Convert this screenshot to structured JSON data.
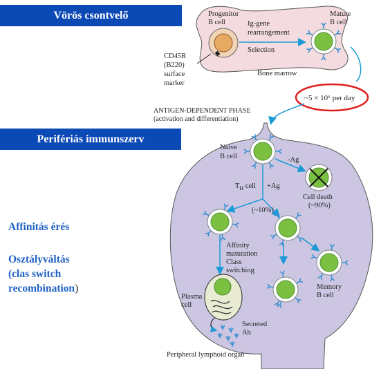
{
  "banners": {
    "bone_marrow": "Vörös csontvelő",
    "peripheral": "Perifériás immunszerv"
  },
  "side_text": {
    "affinity": "Affinitás érés",
    "class_switch_1": "Osztályváltás",
    "class_switch_2": "(clas switch",
    "class_switch_3": "recombination",
    "class_switch_paren": ")"
  },
  "bone_marrow": {
    "progenitor_1": "Progenitor",
    "progenitor_2": "B cell",
    "rearrangement_1": "Ig-gene",
    "rearrangement_2": "rearrangement",
    "selection": "Selection",
    "mature_1": "Mature",
    "mature_2": "B cell",
    "marker_1": "CD45R",
    "marker_2": "(B220)",
    "marker_3": "surface",
    "marker_4": "marker",
    "label": "Bone marrow",
    "rate": "~5 × 10⁶ per day"
  },
  "phase": {
    "line1": "ANTIGEN-DEPENDENT PHASE",
    "line2": "(activation and differentiation)"
  },
  "organ": {
    "naive_1": "Naive",
    "naive_2": "B cell",
    "minus_ag": "-Ag",
    "th_cell": "T",
    "th_sub": "H",
    "th_rest": " cell",
    "plus_ag": "+Ag",
    "death_1": "Cell death",
    "death_2": "(~90%)",
    "ten_pct": "(~10%)",
    "aff_1": "Affinity",
    "aff_2": "maturation",
    "aff_3": "Class",
    "aff_4": "switching",
    "plasma_1": "Plasma",
    "plasma_2": "cell",
    "memory_1": "Memory",
    "memory_2": "B cell",
    "secreted_1": "Secreted",
    "secreted_2": "Ab",
    "label": "Peripheral lymphoid organ"
  },
  "colors": {
    "banner": "#0b49b5",
    "side_text": "#1f62c4",
    "bone_marrow_fill": "#f4dbe0",
    "organ_fill": "#cdc6e3",
    "cell_nucleus": "#7cc042",
    "arrow": "#1a9ad6",
    "highlight_circle": "#e02020"
  }
}
